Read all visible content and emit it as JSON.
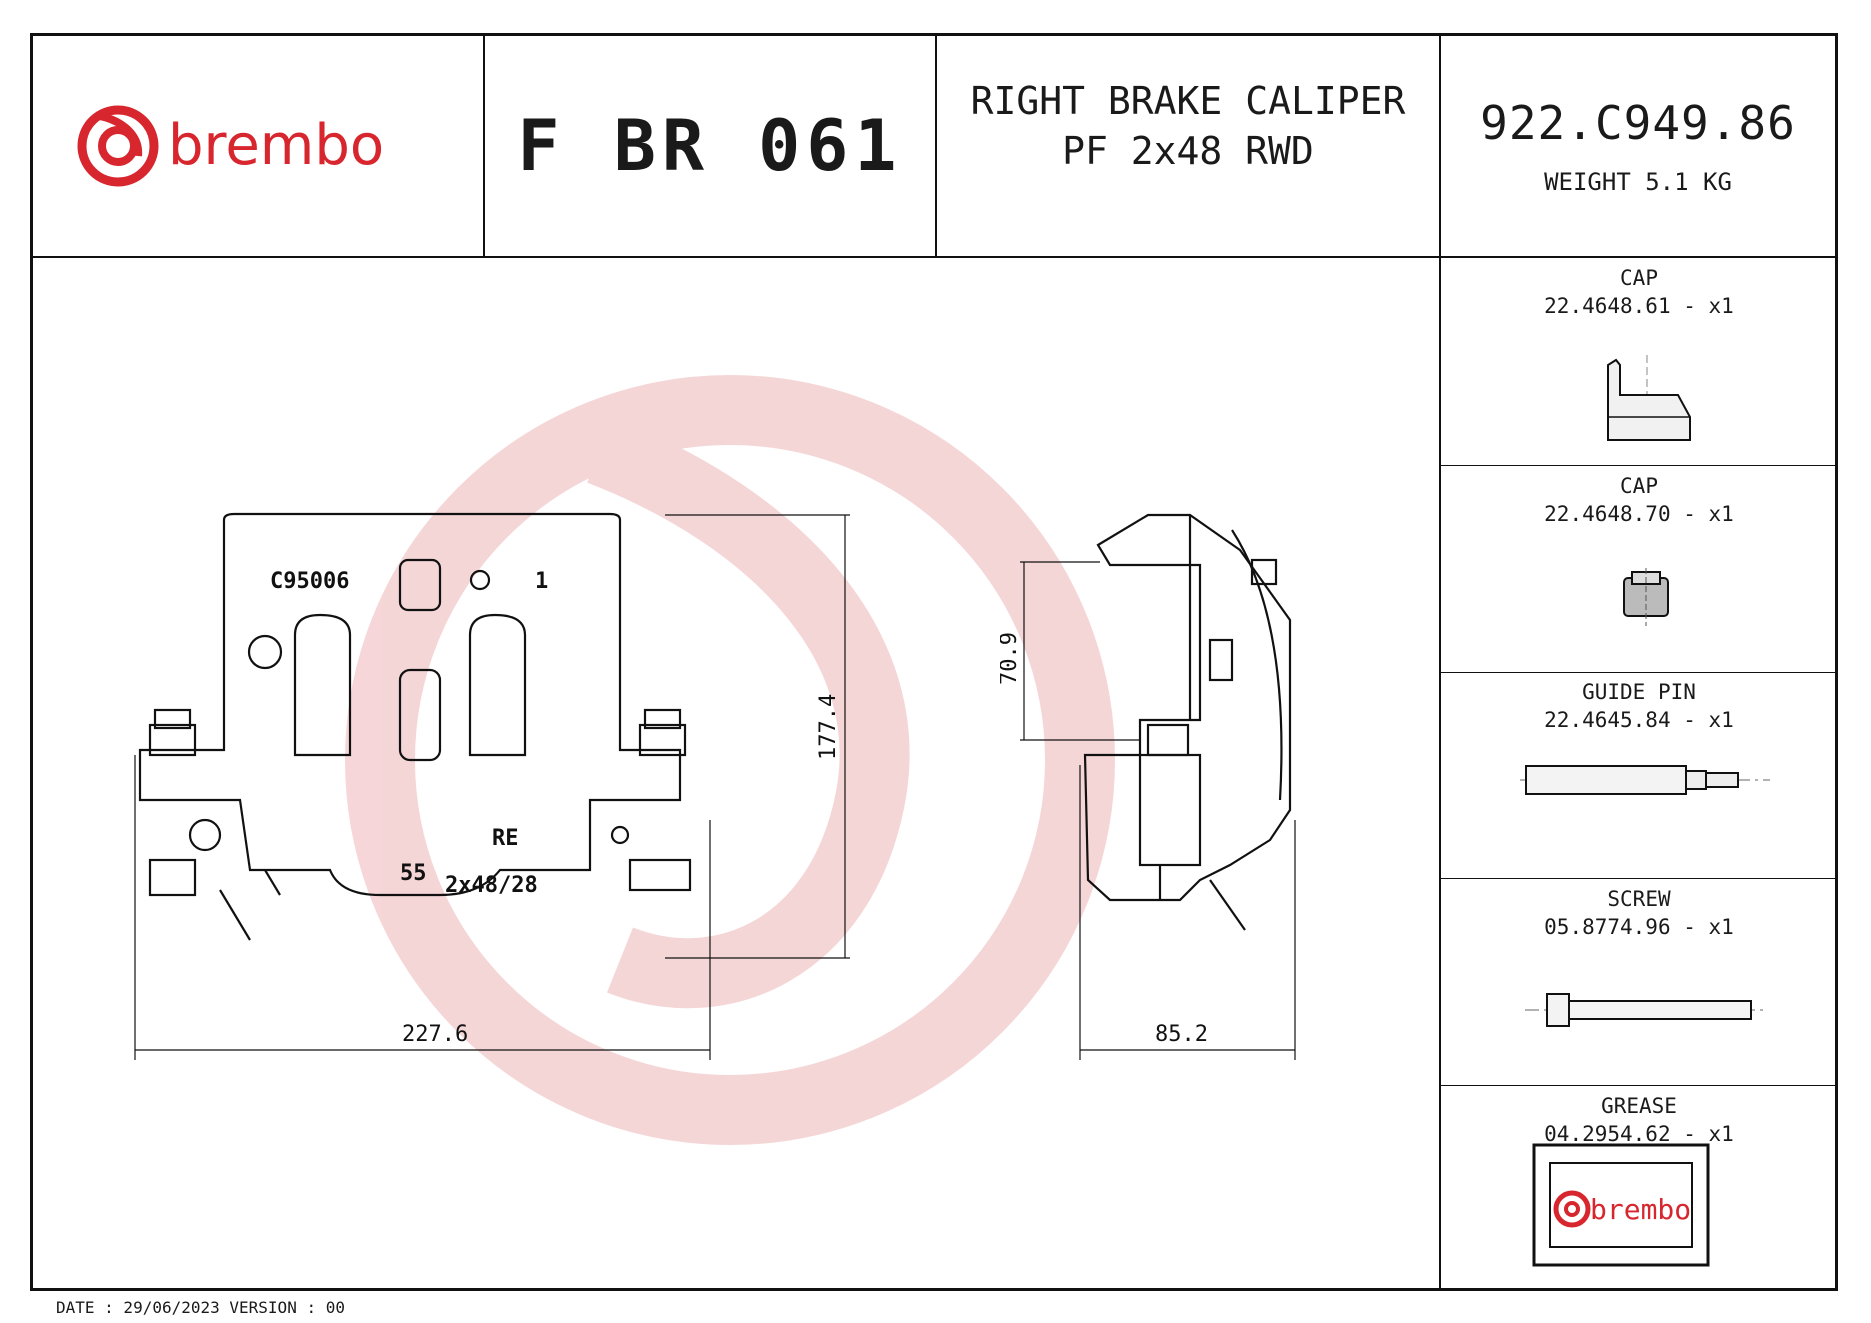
{
  "header": {
    "brand": "brembo",
    "code": "F BR 061",
    "description_line1": "RIGHT BRAKE CALIPER",
    "description_line2": "PF 2x48 RWD",
    "part_number": "922.C949.86",
    "weight": "WEIGHT 5.1 KG"
  },
  "drawing": {
    "front_view": {
      "casting_code": "C95006",
      "marker": "1",
      "side_mark": "RE",
      "size_mark": "55",
      "piston_mark": "2x48/28",
      "dim_width": "227.6",
      "dim_height": "177.4"
    },
    "side_view": {
      "dim_depth": "85.2",
      "dim_height": "70.9"
    }
  },
  "parts": [
    {
      "name": "CAP",
      "number": "22.4648.61",
      "qty": "- x1",
      "icon": "cap-icon"
    },
    {
      "name": "CAP",
      "number": "22.4648.70",
      "qty": "- x1",
      "icon": "cap-small-icon"
    },
    {
      "name": "GUIDE PIN",
      "number": "22.4645.84",
      "qty": "- x1",
      "icon": "guide-pin-icon"
    },
    {
      "name": "SCREW",
      "number": "05.8774.96",
      "qty": "- x1",
      "icon": "screw-icon"
    },
    {
      "name": "GREASE",
      "number": "04.2954.62",
      "qty": "- x1",
      "icon": "grease-icon"
    }
  ],
  "grease_label": "brembo",
  "footer": {
    "text": "DATE : 29/06/2023 VERSION : 00"
  },
  "colors": {
    "brand_red": "#d7262e",
    "watermark": "#f3c9cb",
    "line": "#111111"
  }
}
